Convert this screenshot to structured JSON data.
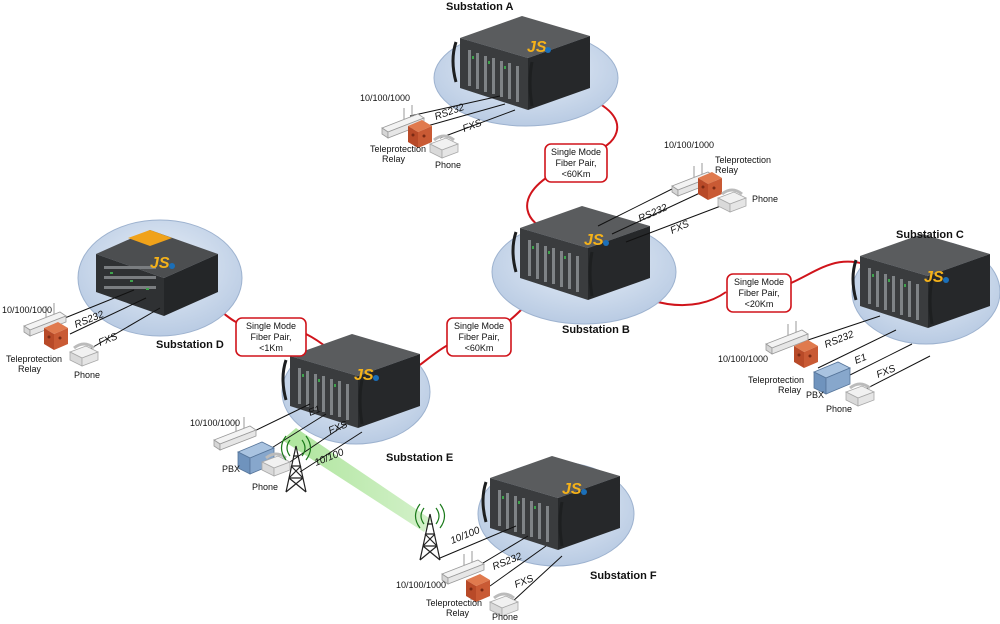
{
  "colors": {
    "fiber": "#d0141b",
    "ellipse": "#c9d8ec",
    "chassis": "#2f3133",
    "logo_yellow": "#f5b21a",
    "logo_blue": "#1b6fb8",
    "wireless": "#7ed06a"
  },
  "logo_text": "JS",
  "substations": {
    "A": {
      "title": "Substation A"
    },
    "B": {
      "title": "Substation B"
    },
    "C": {
      "title": "Substation C"
    },
    "D": {
      "title": "Substation D"
    },
    "E": {
      "title": "Substation E"
    },
    "F": {
      "title": "Substation F"
    }
  },
  "links": {
    "ab": [
      "Single Mode",
      "Fiber Pair,",
      "<60Km"
    ],
    "bc": [
      "Single Mode",
      "Fiber Pair,",
      "<20Km"
    ],
    "de": [
      "Single Mode",
      "Fiber Pair,",
      "<1Km"
    ],
    "eb": [
      "Single Mode",
      "Fiber Pair,",
      "<60Km"
    ]
  },
  "labels": {
    "eth": "10/100/1000",
    "relay": [
      "Teleprotection",
      "Relay"
    ],
    "phone": "Phone",
    "pbx": "PBX",
    "rs232": "RS232",
    "fxs": "FXS",
    "e1": "E1",
    "radio": "10/100"
  }
}
